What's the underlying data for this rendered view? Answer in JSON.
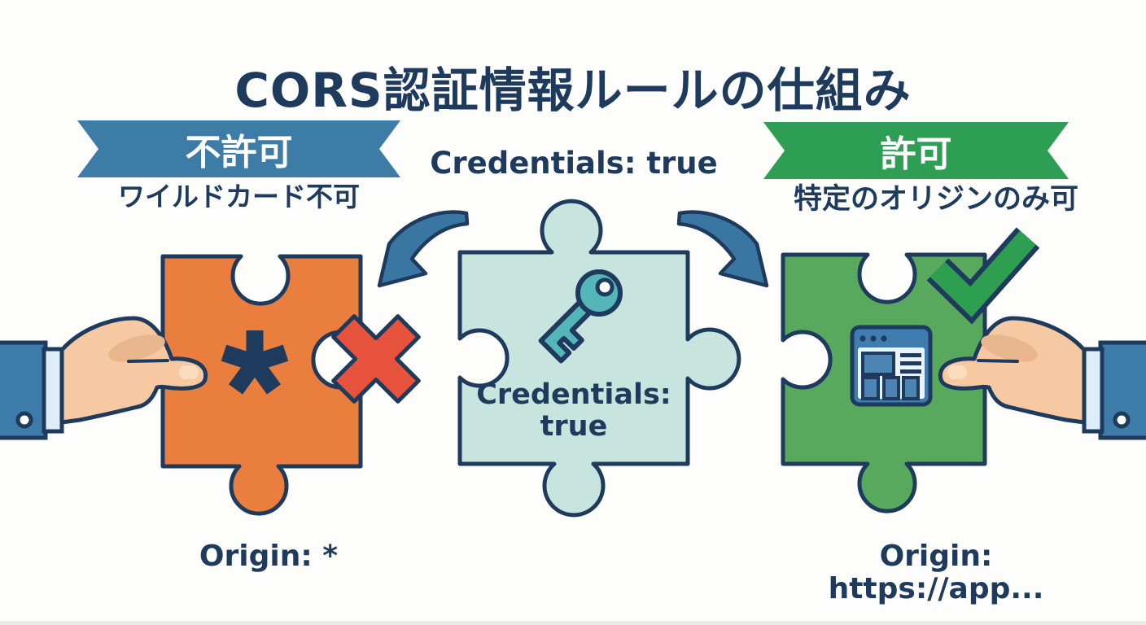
{
  "title": "CORS認証情報ルールの仕組み",
  "left": {
    "banner": "不許可",
    "subtitle": "ワイルドカード不可",
    "piece_symbol": "*",
    "caption": "Origin: *"
  },
  "center": {
    "label": "Credentials: true",
    "piece_line1": "Credentials:",
    "piece_line2": "true"
  },
  "right": {
    "banner": "許可",
    "subtitle": "特定のオリジンのみ可",
    "caption": "Origin: https://app..."
  },
  "colors": {
    "navy": "#1e3a5c",
    "bg": "#fdfdfb",
    "ribbon_blue": "#3d7ca6",
    "ribbon_green": "#2f9e55",
    "orange": "#e97e3f",
    "teal_light": "#c7e4df",
    "teal_key": "#54b6b9",
    "green": "#58a85d",
    "check_green": "#2e9e50",
    "red": "#e6523c",
    "arrow_blue": "#3a76a2",
    "skin": "#f6c9a3",
    "skin_shade": "#e9b68e",
    "nail": "#fbdcbc",
    "sleeve": "#3d7ba8",
    "cuff": "#ddeef8",
    "white": "#ffffff",
    "browser_blue": "#3f7cb0",
    "browser_panel": "#4d84b4",
    "browser_body": "#eaf4fa"
  }
}
